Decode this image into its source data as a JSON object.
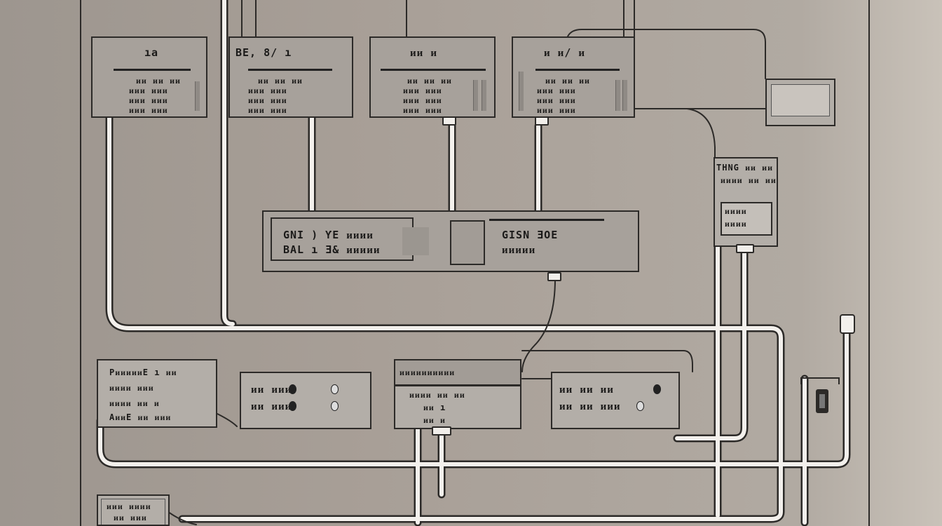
{
  "top_modules": [
    {
      "title": "ıa",
      "rows": [
        "ᴎᴎ ᴎᴎ ᴎᴎ",
        "ᴎᴎᴎ ᴎᴎᴎ",
        "ᴎᴎᴎ ᴎᴎᴎ",
        "ᴎᴎᴎ ᴎᴎᴎ"
      ]
    },
    {
      "title": "BE, 8/ ı",
      "rows": [
        "ᴎᴎ ᴎᴎ ᴎᴎ",
        "ᴎᴎᴎ ᴎᴎᴎ",
        "ᴎᴎᴎ ᴎᴎᴎ",
        "ᴎᴎᴎ ᴎᴎᴎ"
      ]
    },
    {
      "title": "ᴎᴎ ᴎ",
      "rows": [
        "ᴎᴎ ᴎᴎ ᴎᴎ",
        "ᴎᴎᴎ ᴎᴎᴎ",
        "ᴎᴎᴎ ᴎᴎᴎ",
        "ᴎᴎᴎ ᴎᴎᴎ"
      ]
    },
    {
      "title": "ᴎ ᴎ/ ᴎ",
      "rows": [
        "ᴎᴎ ᴎᴎ ᴎᴎ",
        "ᴎᴎᴎ ᴎᴎᴎ",
        "ᴎᴎᴎ ᴎᴎᴎ",
        "ᴎᴎᴎ ᴎᴎᴎ"
      ]
    }
  ],
  "central_unit": {
    "left_rows": [
      "GNI ) ƳE  ᴎᴎᴎᴎ",
      "BAL ı  Ǝ&  ᴎᴎᴎᴎᴎ"
    ],
    "right_rows": [
      "GISN ƎOE",
      "ᴎᴎᴎᴎᴎ"
    ]
  },
  "side_unit": {
    "rows": [
      "THNG ᴎᴎ ᴎᴎ",
      "ᴎᴎᴎᴎ ᴎᴎ ᴎᴎ"
    ],
    "keypad": [
      "ᴎᴎᴎᴎ",
      "ᴎᴎᴎᴎ"
    ]
  },
  "lower_left_panel": {
    "rows": [
      "PᴎᴎᴎᴎᴎE ı ᴎᴎ",
      "ᴎᴎᴎᴎ ᴎᴎᴎ",
      "ᴎᴎᴎᴎ ᴎᴎ ᴎ",
      "AᴎᴎE ᴎᴎ ᴎᴎᴎ"
    ]
  },
  "lower_meter_1": {
    "rows": [
      "ᴎᴎ  ᴎᴎᴎ",
      "ᴎᴎ  ᴎᴎᴎ"
    ]
  },
  "lower_center_panel": {
    "header": "ᴎᴎᴎᴎᴎᴎᴎᴎᴎᴎ",
    "rows": [
      "ᴎᴎᴎᴎ ᴎᴎ ᴎᴎ",
      "ᴎᴎ ı",
      "ᴎᴎ ᴎ"
    ]
  },
  "lower_meter_2": {
    "rows": [
      "ᴎᴎ  ᴎᴎ  ᴎᴎ",
      "ᴎᴎ  ᴎᴎ  ᴎᴎᴎ"
    ]
  },
  "bottom_label": {
    "rows": [
      "ᴎᴎᴎ ᴎᴎᴎᴎ",
      "ᴎᴎ ᴎᴎᴎ"
    ]
  },
  "colors": {
    "panel": "#a7a19b",
    "wire": "#f3f0ec",
    "outline": "#2c2a28"
  }
}
